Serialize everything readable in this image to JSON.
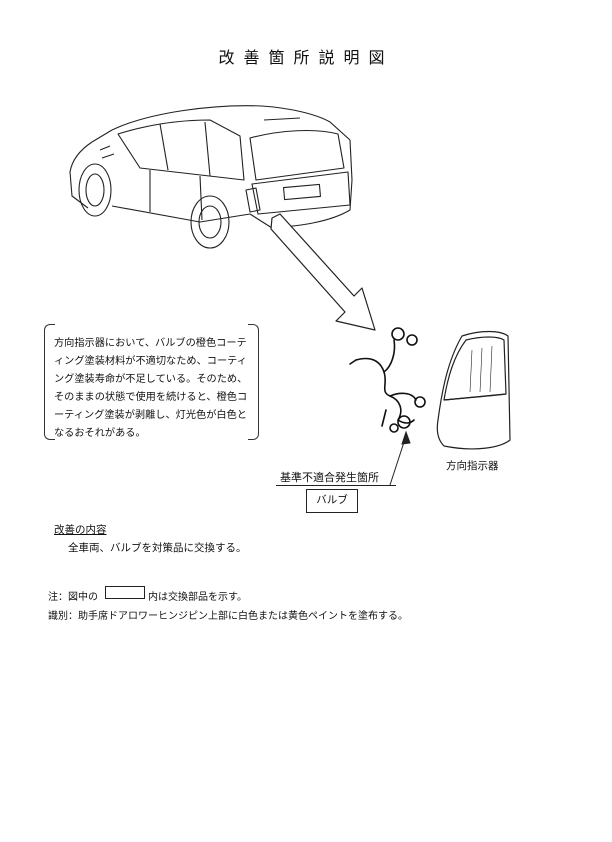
{
  "title": "改善箇所説明図",
  "note_box": {
    "lines": [
      "方向指示器において、バルブの橙色コーテ",
      "ィング塗装材料が不適切なため、コーティ",
      "ング塗装寿命が不足している。そのため、",
      "そのままの状態で使用を続けると、橙色コ",
      "ーティング塗装が剥離し、灯光色が白色と",
      "なるおそれがある。"
    ]
  },
  "lamp_label": "方向指示器",
  "defect_spot_label": "基準不適合発生箇所",
  "part_label": "バルブ",
  "improvement": {
    "heading": "改善の内容",
    "body": "全車両、バルブを対策品に交換する。"
  },
  "legend_note": {
    "prefix": "注：図中の",
    "suffix": "内は交換部品を示す。"
  },
  "identification": "識別：助手席ドアロワーヒンジピン上部に白色または黄色ペイントを塗布する。"
}
